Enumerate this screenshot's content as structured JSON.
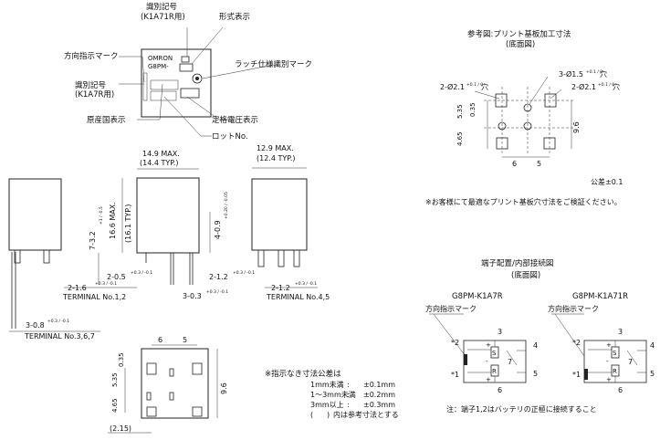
{
  "top_view": {
    "callouts": {
      "id_mark_k1a71r": "識別記号",
      "id_mark_k1a71r_sub": "(K1A71R用)",
      "model_display": "形式表示",
      "direction_mark": "方向指示マーク",
      "latch_mark": "ラッチ仕様識別マーク",
      "id_mark_k1a7r": "識別記号",
      "id_mark_k1a7r_sub": "(K1A7R用)",
      "origin_display": "原産国表示",
      "rated_voltage": "定格電圧表示",
      "lot_no": "ロットNo."
    },
    "brand": "OMRON",
    "model": "G8PM-"
  },
  "reference_pcb": {
    "title": "参考図:プリント基板加工寸法",
    "subtitle": "(底面図)",
    "hole_a": "2-Ø2.1",
    "hole_b": "3-Ø1.5",
    "hole_c": "2-Ø2.1",
    "hole_tol": "+0.1 / 0",
    "hole_suffix": "穴",
    "dim_035": "0.35",
    "dim_535": "5.35",
    "dim_465": "4.65",
    "dim_96": "9.6",
    "dim_6": "6",
    "dim_5": "5",
    "tolerance_note": "公差±0.1",
    "advice": "※お客様にて最適なプリント基板穴寸法をご検証ください。"
  },
  "side_views": {
    "width_main": "14.9 MAX.",
    "width_typ": "(14.4 TYP.)",
    "width_right": "12.9 MAX.",
    "width_right_typ": "(12.4 TYP.)",
    "height_max": "16.6 MAX.",
    "height_typ": "(16.1 TYP.)",
    "dim_7_3": "7-3.2",
    "dim_7_3_tol": "+1 / -0.5",
    "dim_4_09": "4-0.9",
    "dim_4_09_tol": "+0.20 / -0.05",
    "dim_2_16": "2-1.6",
    "dim_2_05": "2-0.5",
    "dim_3_03": "3-0.3",
    "dim_2_12a": "2-1.2",
    "dim_2_12b": "2-1.2",
    "dim_3_08": "3-0.8",
    "small_tol": "+0.3 / -0.1",
    "terminal_12": "TERMINAL No.1,2",
    "terminal_45": "TERMINAL No.4,5",
    "terminal_367": "TERMINAL No.3,6,7"
  },
  "bottom_view": {
    "dim_6": "6",
    "dim_5": "5",
    "dim_035": "0.35",
    "dim_535": "5.35",
    "dim_465": "4.65",
    "dim_96": "9.6",
    "dim_215": "(2.15)"
  },
  "tolerance_table": {
    "title": "※指示なき寸法公差は",
    "rows": [
      {
        "range": "1mm未満",
        "sep": ":",
        "tol": "±0.1mm"
      },
      {
        "range": "1〜3mm未満",
        "sep": ":",
        "tol": "±0.2mm"
      },
      {
        "range": "3mm以上",
        "sep": ":",
        "tol": "±0.3mm"
      }
    ],
    "ref_note_open": "(",
    "ref_note_close": ")",
    "ref_note": "内は参考寸法とする"
  },
  "terminal_layout": {
    "title": "端子配置/内部接続図",
    "subtitle": "(底面図)",
    "left_model": "G8PM-K1A7R",
    "right_model": "G8PM-K1A71R",
    "direction_mark": "方向指示マーク",
    "pins": {
      "p1": "*1",
      "p2": "*2",
      "p3": "3",
      "p4": "4",
      "p5": "5",
      "p6": "6",
      "p7": "7"
    },
    "set_label": "S",
    "reset_label": "R",
    "plus": "+",
    "minus": "-",
    "note": "注：端子1,2はバッテリの正極に接続すること"
  }
}
